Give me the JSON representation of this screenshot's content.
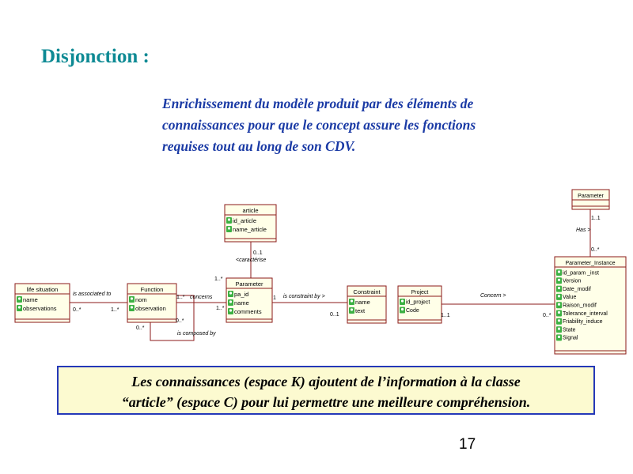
{
  "slide": {
    "title": "Disjonction :",
    "intro_lines": [
      "Enrichissement du modèle produit par des éléments de",
      "connaissances pour que le concept assure les fonctions",
      "requises tout au long de son CDV."
    ],
    "note_lines": [
      "Les connaissances (espace K) ajoutent de l’information à la classe",
      "“article” (espace C) pour lui permettre une meilleure compréhension."
    ],
    "page_number": "17"
  },
  "diagram": {
    "colors": {
      "class_fill": "#FFFFE8",
      "class_border": "#8B1A1A",
      "attr_icon": "#3CB043",
      "line": "#8B1A1A"
    },
    "attribute_icon": "key-icon",
    "classes": [
      {
        "id": "article",
        "name": "article",
        "attributes": [
          "id_article",
          "name_article"
        ]
      },
      {
        "id": "life-situation",
        "name": "life situation",
        "attributes": [
          "name",
          "observations"
        ]
      },
      {
        "id": "function",
        "name": "Function",
        "attributes": [
          "nom",
          "observation"
        ]
      },
      {
        "id": "parameter",
        "name": "Parameter",
        "attributes": [
          "pa_id",
          "name",
          "comments"
        ]
      },
      {
        "id": "constraint",
        "name": "Constraint",
        "attributes": [
          "name",
          "text"
        ]
      },
      {
        "id": "project",
        "name": "Project",
        "attributes": [
          "id_project",
          "Code"
        ]
      },
      {
        "id": "parameter-top",
        "name": "Parameter",
        "attributes": []
      },
      {
        "id": "parameter-instance",
        "name": "Parameter_Instance",
        "attributes": [
          "id_param _inst",
          "Version",
          "Date_modif",
          "Value",
          "Raison_modif",
          "Tolerance_interval",
          "Friability_induce",
          "State",
          "Signal"
        ]
      }
    ],
    "associations": [
      {
        "id": "caracterise",
        "label": "<caractérise",
        "mult_a": "0..1",
        "mult_b": "1..*"
      },
      {
        "id": "is-associated",
        "label": "is associated   to",
        "mult_a": "0..*",
        "mult_b": "1..*"
      },
      {
        "id": "concerns",
        "label": "concerns",
        "mult_a": "1..*",
        "mult_b": "1..*"
      },
      {
        "id": "is-composed",
        "label": "is composed    by",
        "mult_a": "0..*",
        "mult_b": "0..*"
      },
      {
        "id": "is-constraint",
        "label": "is constraint    by >",
        "mult_a": "1",
        "mult_b": "0..1"
      },
      {
        "id": "concern",
        "label": "Concern >",
        "mult_a": "1..1",
        "mult_b": "0..*"
      },
      {
        "id": "has",
        "label": "Has >",
        "mult_a": "1..1",
        "mult_b": "0..*"
      }
    ]
  }
}
